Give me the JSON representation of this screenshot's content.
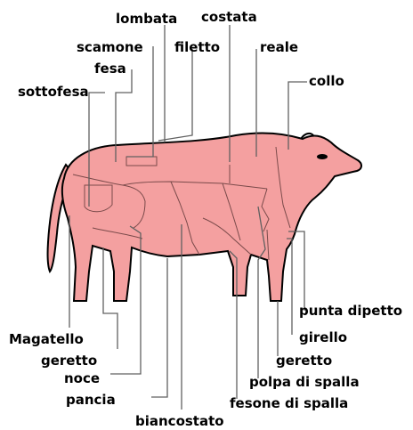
{
  "diagram": {
    "body_color": "#f4a0a0",
    "outline_color": "#000000",
    "leader_color": "#606060",
    "labels": {
      "lombata": "lombata",
      "costata": "costata",
      "scamone": "scamone",
      "filetto": "filetto",
      "reale": "reale",
      "fesa": "fesa",
      "collo": "collo",
      "sottofesa": "sottofesa",
      "punta_dipetto": "punta dipetto",
      "magatello": "Magatello",
      "girello": "girello",
      "geretto_left": "geretto",
      "geretto_right": "geretto",
      "noce": "noce",
      "polpa_di_spalla": "polpa di spalla",
      "pancia": "pancia",
      "fesone_di_spalla": "fesone di spalla",
      "biancostato": "biancostato"
    }
  }
}
